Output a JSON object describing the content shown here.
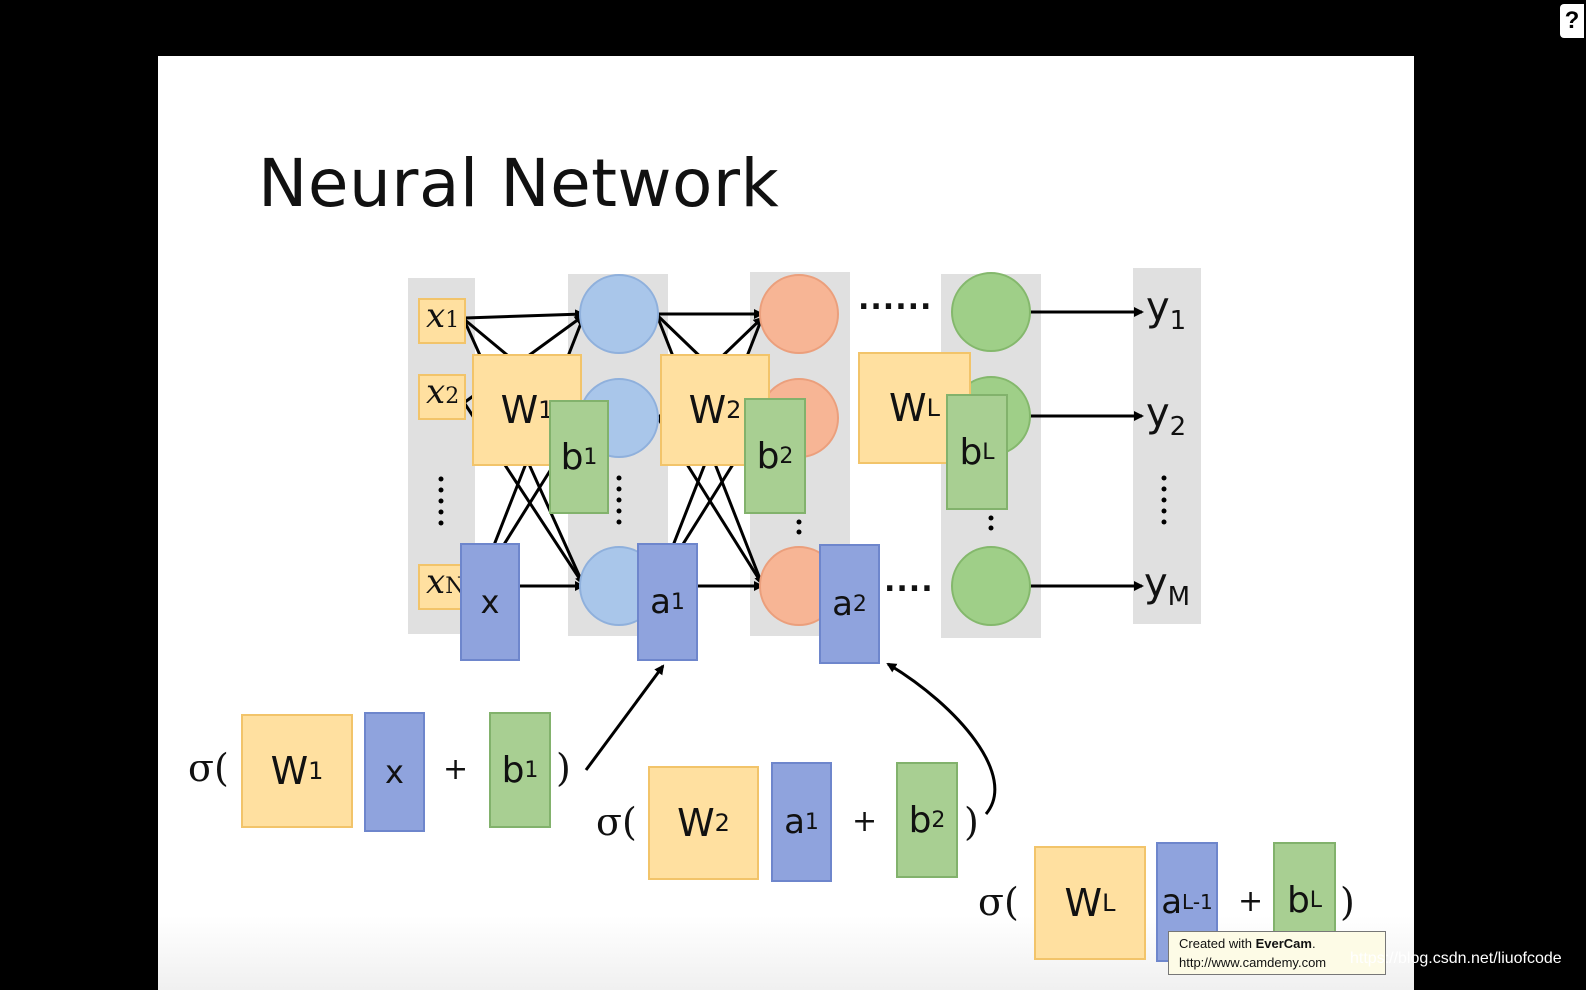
{
  "title": "Neural Network",
  "layers": {
    "inputs": {
      "x1": "x",
      "x1_sub": "1",
      "x2": "x",
      "x2_sub": "2",
      "xN": "x",
      "xN_sub": "N"
    },
    "outputs": {
      "y1": "y",
      "y1_sub": "1",
      "y2": "y",
      "y2_sub": "2",
      "yM": "y",
      "yM_sub": "M"
    },
    "dots": "......",
    "dots_short": "...."
  },
  "params": {
    "W1": "W",
    "W1_sup": "1",
    "W2": "W",
    "W2_sup": "2",
    "WL": "W",
    "WL_sup": "L",
    "b1": "b",
    "b1_sup": "1",
    "b2": "b",
    "b2_sup": "2",
    "bL": "b",
    "bL_sup": "L",
    "x": "x",
    "a1": "a",
    "a1_sup": "1",
    "a2": "a",
    "a2_sup": "2",
    "aL1": "a",
    "aL1_sup": "L-1"
  },
  "equations": {
    "sigma_open": "σ(",
    "plus": "+",
    "close": ")"
  },
  "colors": {
    "yellow": "#ffe0a0",
    "blue_box": "#8fa3dd",
    "green_box": "#a8cf92",
    "node_blue": "#a9c6ea",
    "node_orange": "#f7b595",
    "node_green": "#9fcf88",
    "layer_bg": "#e0e0e0"
  },
  "overlay": {
    "evercam_line1": "Created with ",
    "evercam_brand": "EverCam",
    "evercam_line2": "http://www.camdemy.com",
    "watermark": "https://blog.csdn.net/liuofcode",
    "help": "?"
  }
}
